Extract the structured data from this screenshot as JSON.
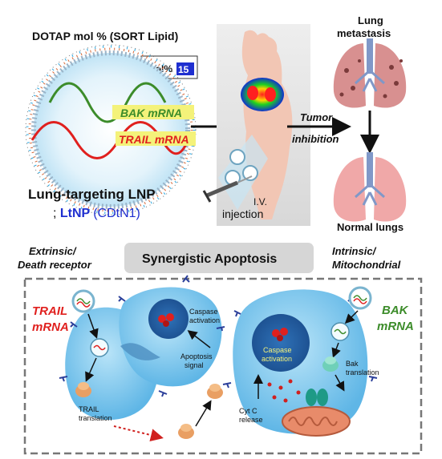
{
  "top": {
    "dotap_label": "DOTAP mol % (SORT Lipid)",
    "mol_label": "mol%",
    "mol_value": "15",
    "bak_mrna": "BAK mRNA",
    "trail_mrna": "TRAIL mRNA",
    "lnp_title": "Lung-targeting LNP",
    "lnp_prefix": "; ",
    "lnp_short": "LtNP",
    "lnp_code": "(CDtN1)",
    "iv_label": "I.V.",
    "injection_label": "injection",
    "tumor_inhibition_line1": "Tumor",
    "tumor_inhibition_line2": "inhibition",
    "lung_metastasis_line1": "Lung",
    "lung_metastasis_line2": "metastasis",
    "normal_lungs": "Normal lungs"
  },
  "bottom": {
    "synergistic_apoptosis": "Synergistic  Apoptosis",
    "extrinsic_line1": "Extrinsic/",
    "extrinsic_line2": "Death receptor",
    "intrinsic_line1": "Intrinsic/",
    "intrinsic_line2": "Mitochondrial",
    "trail_line1": "TRAIL",
    "trail_line2": "mRNA",
    "bak_line1": "BAK",
    "bak_line2": "mRNA",
    "caspase_left_line1": "Caspase",
    "caspase_left_line2": "activation",
    "apoptosis_line1": "Apoptosis",
    "apoptosis_line2": "signal",
    "trail_translation_line1": "TRAIL",
    "trail_translation_line2": "translation",
    "caspase_right_line1": "Caspase",
    "caspase_right_line2": "activation",
    "bak_translation_line1": "Bak",
    "bak_translation_line2": "translation",
    "cytc_line1": "Cyt C",
    "cytc_line2": "release"
  },
  "colors": {
    "trail_red": "#e0201e",
    "bak_green": "#3c8c2a",
    "ltnp_blue": "#1f2fd0",
    "cell_blue": "#7ec8ef",
    "highlight_yellow": "#f4f27a"
  }
}
